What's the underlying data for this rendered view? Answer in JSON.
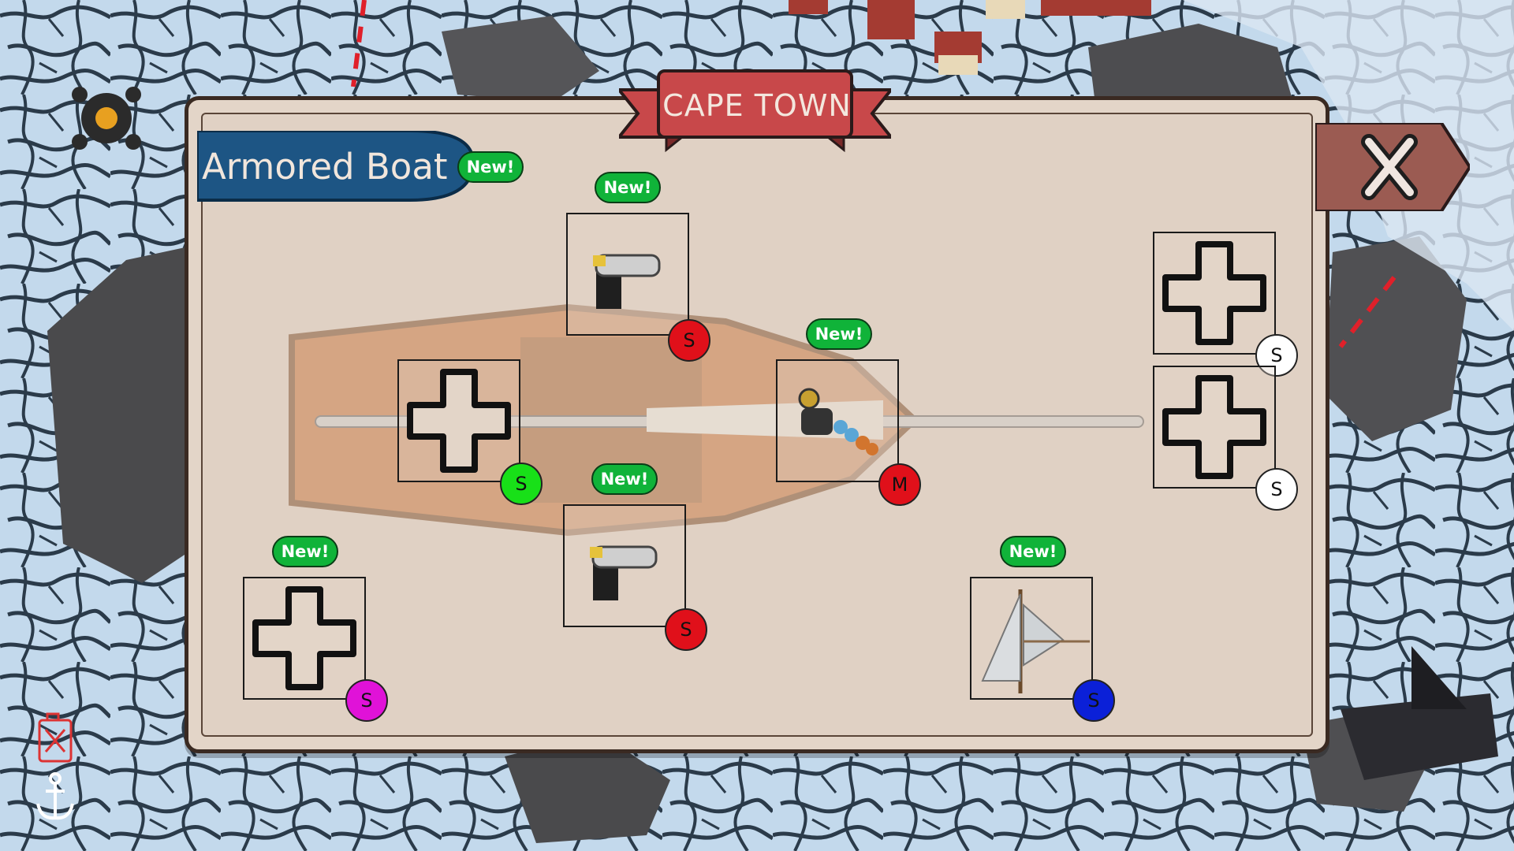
{
  "town": {
    "name": "CAPE TOWN"
  },
  "boat": {
    "name": "Armored Boat",
    "new_label": "New!"
  },
  "colors": {
    "panel": "#e3d5c8",
    "banner_red": "#c8484a",
    "tab_blue": "#1d5584",
    "close_brown": "#9b5b52",
    "new_green": "#10b339",
    "badge_red": "#e0101a",
    "badge_green": "#18e018",
    "badge_magenta": "#e012d8",
    "badge_blue": "#0b20d8",
    "badge_white": "#ffffff"
  },
  "close": {
    "icon": "close-icon"
  },
  "slots": [
    {
      "id": "top-cannon",
      "content": "cannon",
      "size": "S",
      "badge_color": "#e0101a",
      "new": "New!"
    },
    {
      "id": "bottom-cannon",
      "content": "cannon",
      "size": "S",
      "badge_color": "#e0101a",
      "new": "New!"
    },
    {
      "id": "center-harpoon",
      "content": "harpoon",
      "size": "M",
      "badge_color": "#e0101a",
      "new": "New!"
    },
    {
      "id": "left-empty",
      "content": "empty",
      "size": "S",
      "badge_color": "#18e018",
      "new": ""
    },
    {
      "id": "bottom-left-empty",
      "content": "empty",
      "size": "S",
      "badge_color": "#e012d8",
      "new": "New!"
    },
    {
      "id": "sail",
      "content": "sail",
      "size": "S",
      "badge_color": "#0b20d8",
      "new": "New!"
    },
    {
      "id": "right-upper-empty",
      "content": "empty",
      "size": "S",
      "badge_color": "#ffffff",
      "new": ""
    },
    {
      "id": "right-lower-empty",
      "content": "empty",
      "size": "S",
      "badge_color": "#ffffff",
      "new": ""
    }
  ],
  "hud": {
    "fuel_icon": "fuel-can-icon",
    "anchor_icon": "anchor-icon"
  }
}
